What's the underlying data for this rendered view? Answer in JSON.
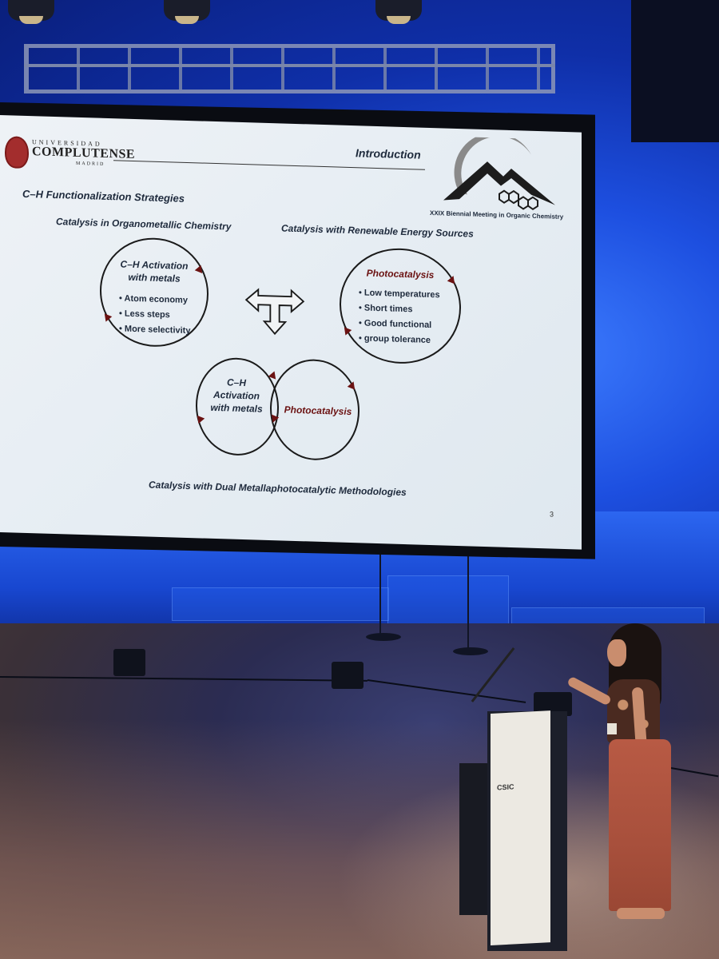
{
  "slide": {
    "university": {
      "top": "UNIVERSIDAD",
      "main": "COMPLUTENSE",
      "bottom": "MADRID"
    },
    "title": "Introduction",
    "logo_caption": "XXIX Biennial Meeting in Organic Chemistry",
    "section_heading": "C–H Functionalization Strategies",
    "left_column": {
      "heading": "Catalysis in Organometallic Chemistry",
      "circle_title_line1": "C–H Activation",
      "circle_title_line2": "with metals",
      "bullets": [
        "Atom economy",
        "Less steps",
        "More selectivity"
      ]
    },
    "right_column": {
      "heading": "Catalysis with Renewable Energy Sources",
      "circle_title": "Photocatalysis",
      "bullets": [
        "Low temperatures",
        "Short times",
        "Good functional",
        "group tolerance"
      ]
    },
    "overlap": {
      "left_line1": "C–H",
      "left_line2": "Activation",
      "left_line3": "with metals",
      "right": "Photocatalysis"
    },
    "bottom_caption": "Catalysis with Dual Metallaphotocatalytic Methodologies",
    "page_number": "3"
  },
  "podium": {
    "sponsor": "CSIC"
  },
  "colors": {
    "slide_background": "#e6edf3",
    "accent_dark_red": "#6b1212",
    "text_navy": "#1e2a3c",
    "stage_blue": "#1d4fe0"
  }
}
